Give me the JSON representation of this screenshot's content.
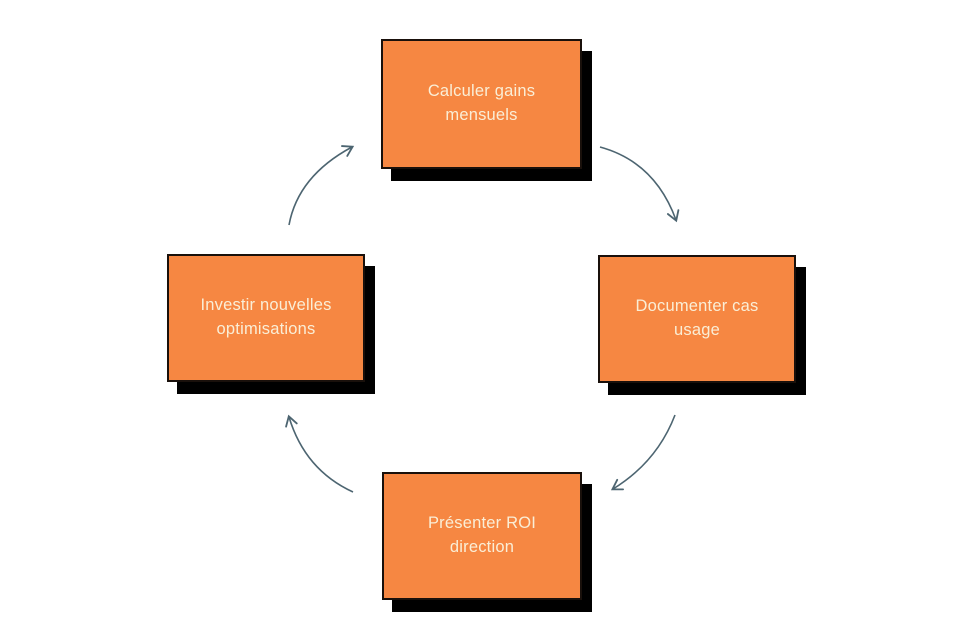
{
  "diagram": {
    "type": "cycle",
    "direction": "clockwise",
    "nodes": [
      {
        "id": "top",
        "label": "Calculer gains mensuels"
      },
      {
        "id": "right",
        "label": "Documenter cas usage"
      },
      {
        "id": "bottom",
        "label": "Présenter ROI direction"
      },
      {
        "id": "left",
        "label": "Investir nouvelles optimisations"
      }
    ],
    "edges": [
      {
        "from": "top",
        "to": "right"
      },
      {
        "from": "right",
        "to": "bottom"
      },
      {
        "from": "bottom",
        "to": "left"
      },
      {
        "from": "left",
        "to": "top"
      }
    ],
    "colors": {
      "node_fill": "#F68742",
      "node_border": "#19100B",
      "node_shadow": "#000000",
      "node_text": "#FAEED6",
      "arrow": "#4D6571",
      "background": "#FFFFFF"
    }
  }
}
